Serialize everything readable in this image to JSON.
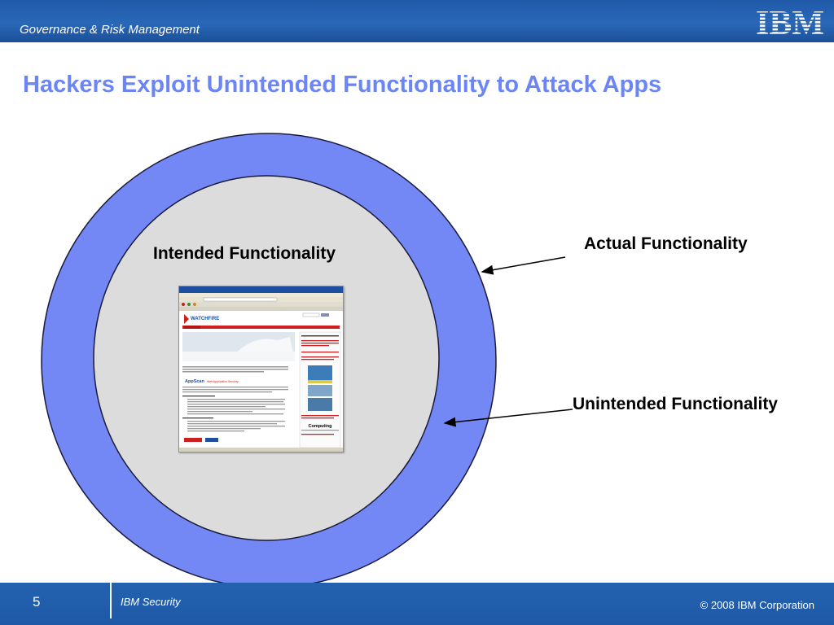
{
  "header": {
    "section_title": "Governance & Risk Management",
    "logo_text": "IBM"
  },
  "slide": {
    "title": "Hackers Exploit Unintended Functionality to Attack Apps"
  },
  "diagram": {
    "inner_label": "Intended Functionality",
    "outer_label_top": "Actual Functionality",
    "outer_label_bottom": "Unintended Functionality",
    "screenshot": {
      "site_logo": "WATCHFIRE",
      "product_name": "AppScan",
      "product_subtitle": "Web Application Security",
      "sidebar_heading": "Computing"
    },
    "colors": {
      "outer_ring": "#7488f5",
      "inner_circle": "#dcdcdc",
      "accent_red": "#cc1f1f"
    }
  },
  "footer": {
    "page_number": "5",
    "brand": "IBM Security",
    "copyright": "© 2008 IBM Corporation"
  }
}
